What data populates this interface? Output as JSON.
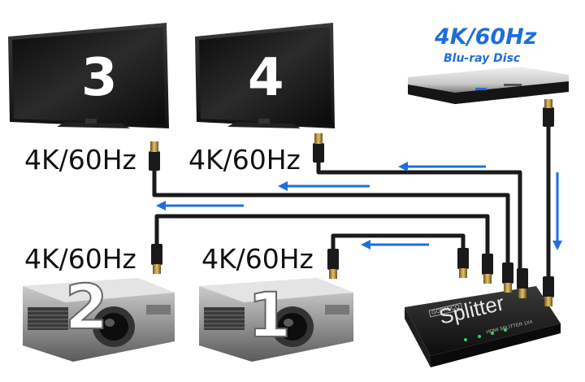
{
  "source": {
    "title": "4K/60Hz",
    "subtitle": "Blu-ray Disc"
  },
  "labels": {
    "tv3_res": "4K/60Hz",
    "tv4_res": "4K/60Hz",
    "proj2_res": "4K/60Hz",
    "proj1_res": "4K/60Hz"
  },
  "displays": {
    "tv_left_number": "3",
    "tv_right_number": "4",
    "projector_left_number": "2",
    "projector_right_number": "1"
  },
  "splitter": {
    "label": "Splitter",
    "badge": "GOFANCO",
    "model": "HDMI SPLITTER 1X4"
  },
  "colors": {
    "arrow": "#1e6fe0",
    "brand": "#1f6fd6",
    "cable": "#1a1a1a"
  }
}
